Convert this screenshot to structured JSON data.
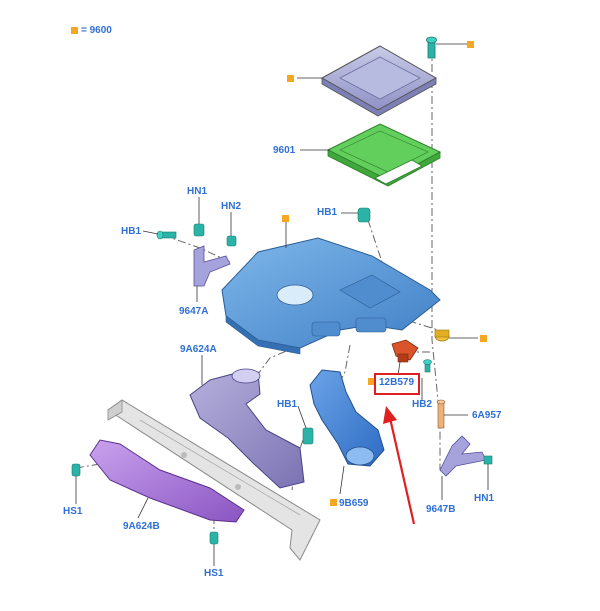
{
  "legend": {
    "text": "= 9600",
    "color": "#f5a623"
  },
  "labels": {
    "l9601": "9601",
    "hn1_top": "HN1",
    "hn2": "HN2",
    "hb1_left": "HB1",
    "hb1_top": "HB1",
    "l9647a": "9647A",
    "l9a624a": "9A624A",
    "l12b579": "12B579",
    "hb2": "HB2",
    "l6a957": "6A957",
    "hb1_mid": "HB1",
    "hs1_left": "HS1",
    "l9a624b": "9A624B",
    "l9b659": "9B659",
    "l9647b": "9647B",
    "hn1_right": "HN1",
    "hs1_bottom": "HS1"
  },
  "colors": {
    "label_blue": "#2f6fd6",
    "marker_orange": "#f5a623",
    "highlight_red": "#e02020",
    "filter_green": "#5cc95c",
    "housing_blue": "#5b9bd8",
    "cover_lavender": "#a9abd4",
    "duct_purple": "#9a92c8",
    "shield_violet": "#a678d6",
    "sensor_red": "#d9542b",
    "bolt_teal": "#2ab3a6"
  },
  "icons": [
    "bolt-icon",
    "nut-icon",
    "part-marker-square",
    "red-arrow"
  ]
}
